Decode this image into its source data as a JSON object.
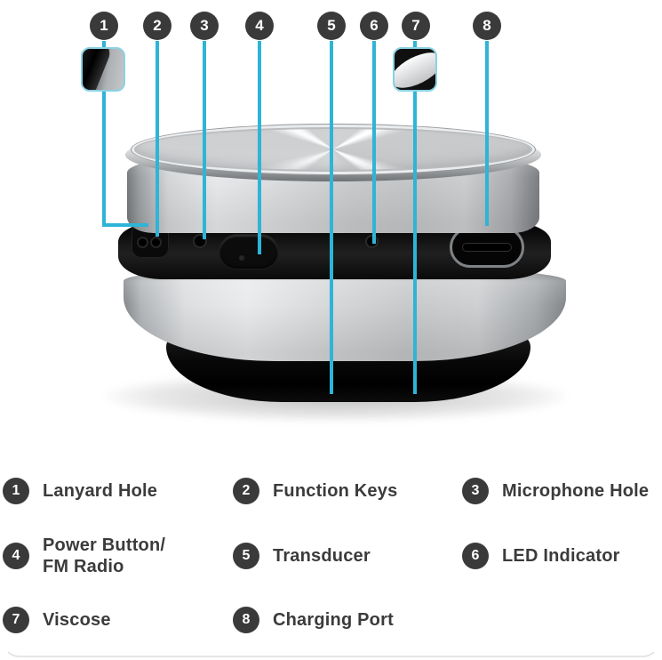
{
  "colors": {
    "callout_line": "#2fb4d7",
    "inset_border": "#8ad2e4",
    "badge_background": "#3a3a3a",
    "badge_text": "#ffffff",
    "label_text": "#3b3b3b",
    "background": "#ffffff"
  },
  "callouts": [
    {
      "number": "1"
    },
    {
      "number": "2"
    },
    {
      "number": "3"
    },
    {
      "number": "4"
    },
    {
      "number": "5"
    },
    {
      "number": "6"
    },
    {
      "number": "7"
    },
    {
      "number": "8"
    }
  ],
  "legend": [
    {
      "number": "1",
      "line1": "Lanyard Hole",
      "line2": ""
    },
    {
      "number": "2",
      "line1": "Function Keys",
      "line2": ""
    },
    {
      "number": "3",
      "line1": "Microphone Hole",
      "line2": ""
    },
    {
      "number": "4",
      "line1": "Power Button/",
      "line2": "FM Radio"
    },
    {
      "number": "5",
      "line1": "Transducer",
      "line2": ""
    },
    {
      "number": "6",
      "line1": "LED Indicator",
      "line2": ""
    },
    {
      "number": "7",
      "line1": "Viscose",
      "line2": ""
    },
    {
      "number": "8",
      "line1": "Charging Port",
      "line2": ""
    }
  ]
}
